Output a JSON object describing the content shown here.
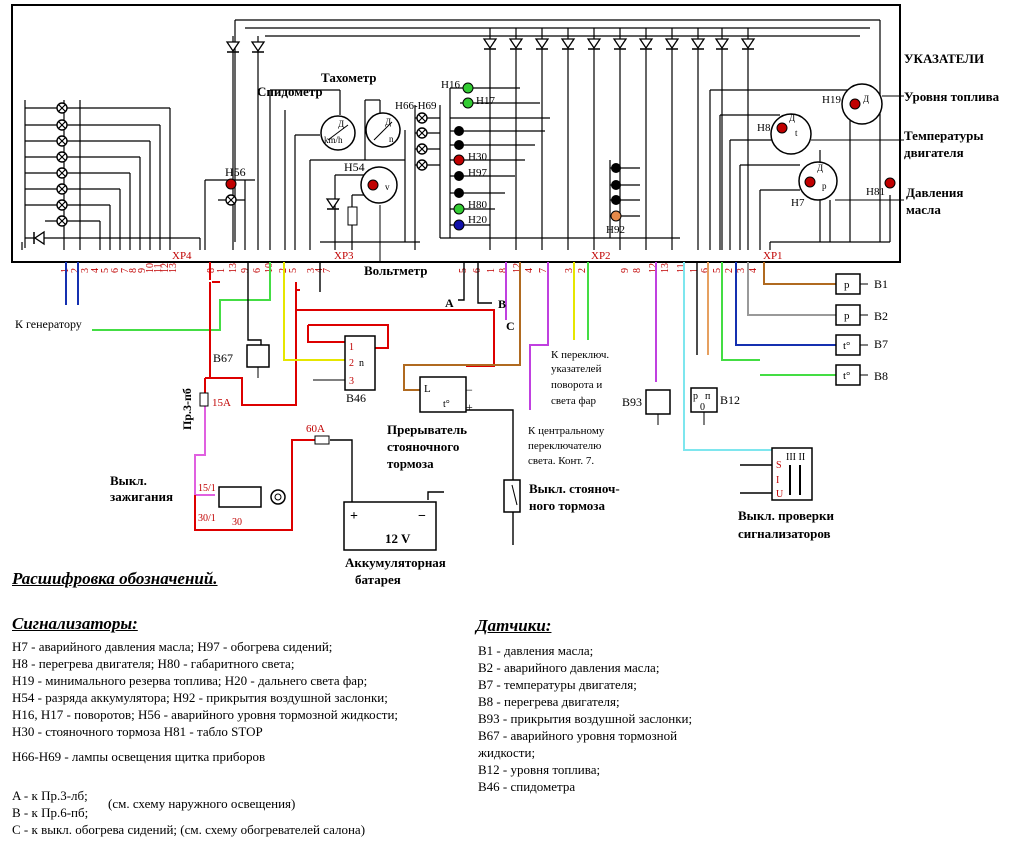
{
  "section_heading": "УКАЗАТЕЛИ",
  "gauges": {
    "speedometer": "Спидометр",
    "tachometer": "Тахометр",
    "voltmeter": "Вольтметр",
    "fuel": "Уровня топлива",
    "temp": "Температуры двигателя",
    "oil": "Давления масла"
  },
  "gauge_symbols": {
    "kmh": "km/h",
    "n": "n",
    "v": "v",
    "d": "Д",
    "t": "t",
    "p": "p"
  },
  "lamps": [
    "H16",
    "H17",
    "H66-H69",
    "H30",
    "H97",
    "H80",
    "H20",
    "H56",
    "H54",
    "H92",
    "H19",
    "H8",
    "H7",
    "H81"
  ],
  "connectors": {
    "xp1": "XP1",
    "xp2": "XP2",
    "xp3": "XP3",
    "xp4": "XP4"
  },
  "pins": {
    "xp4": [
      "1",
      "2",
      "3",
      "4",
      "5",
      "6",
      "7",
      "8",
      "9",
      "10",
      "11",
      "12",
      "13"
    ],
    "xp3": [
      "8",
      "1",
      "13",
      "9",
      "6",
      "10",
      "2",
      "5",
      "3",
      "4",
      "7"
    ],
    "xp2": [
      "5",
      "6",
      "1",
      "8",
      "12",
      "4",
      "7",
      "3",
      "2"
    ],
    "xp1": [
      "9",
      "8",
      "12",
      "13",
      "11",
      "1",
      "6",
      "5",
      "2",
      "3",
      "4"
    ]
  },
  "wire_labels": {
    "to_generator": "К генератору",
    "turn_switch": [
      "К переключ.",
      "указателей",
      "поворота и",
      "света фар"
    ],
    "central_switch": [
      "К центральному",
      "переключателю",
      "света. Конт. 7."
    ],
    "a": "A",
    "b": "B",
    "c": "C"
  },
  "sensors": {
    "b1": "B1",
    "b2": "B2",
    "b7": "B7",
    "b8": "B8",
    "b93": "B93",
    "b12": "B12",
    "b67": "B67",
    "b46": "B46"
  },
  "sensor_symbols": {
    "p": "p",
    "t": "t°",
    "p0": "p",
    "n0": "п",
    "zero": "0"
  },
  "b46_pins": [
    "1",
    "2",
    "n",
    "3"
  ],
  "components": {
    "fuse_15": "Пр.3-пб",
    "fuse_15_rating": "15A",
    "fuse_60_rating": "60A",
    "ignition": [
      "Выкл.",
      "зажигания"
    ],
    "ign_pins": [
      "15/1",
      "30/1",
      "30"
    ],
    "parking_interrupter": [
      "Прерыватель",
      "стояночного",
      "тормоза"
    ],
    "parking_brake_switch": [
      "Выкл. стояноч-",
      "ного тормоза"
    ],
    "battery_label": [
      "Аккумуляторная",
      "батарея"
    ],
    "battery_voltage": "12 V",
    "battery_plus": "+",
    "battery_minus": "−",
    "check_switch": [
      "Выкл. проверки",
      "сигнализаторов"
    ],
    "check_pins": [
      "S",
      "I",
      "U"
    ],
    "check_top": "III II",
    "interrupter_pins": [
      "L",
      "−",
      "+",
      "t°"
    ]
  },
  "legend": {
    "title": "Расшифровка обозначений.",
    "signal_heading": "Сигнализаторы:",
    "signal_lines": [
      "H7 - аварийного давления масла; H97 - обогрева сидений;",
      "H8 - перегрева двигателя; H80 - габаритного света;",
      "H19 - минимального резерва топлива; H20 - дальнего света фар;",
      "H54 - разряда аккумулятора; H92 - прикрытия воздушной заслонки;",
      "H16, H17 - поворотов; H56 - аварийного уровня тормозной жидкости;",
      "H30 - стояночного тормоза H81 - табло STOP"
    ],
    "lamps_line": "H66-H69 - лампы освещения щитка приборов",
    "abc_lines": [
      "A - к Пр.3-лб;",
      "B - к Пр.6-пб;",
      "C - к выкл. обогрева сидений; (см. схему обогревателей салона)"
    ],
    "abc_note": "(см. схему наружного освещения)",
    "sensor_heading": "Датчики:",
    "sensor_lines": [
      "B1 - давления масла;",
      "B2 - аварийного давления масла;",
      "B7 - температуры двигателя;",
      "B8 - перегрева двигателя;",
      "B93 - прикрытия воздушной заслонки;",
      "B67 - аварийного уровня тормозной",
      "жидкости;",
      "B12 - уровня топлива;",
      "B46 - спидометра"
    ]
  }
}
